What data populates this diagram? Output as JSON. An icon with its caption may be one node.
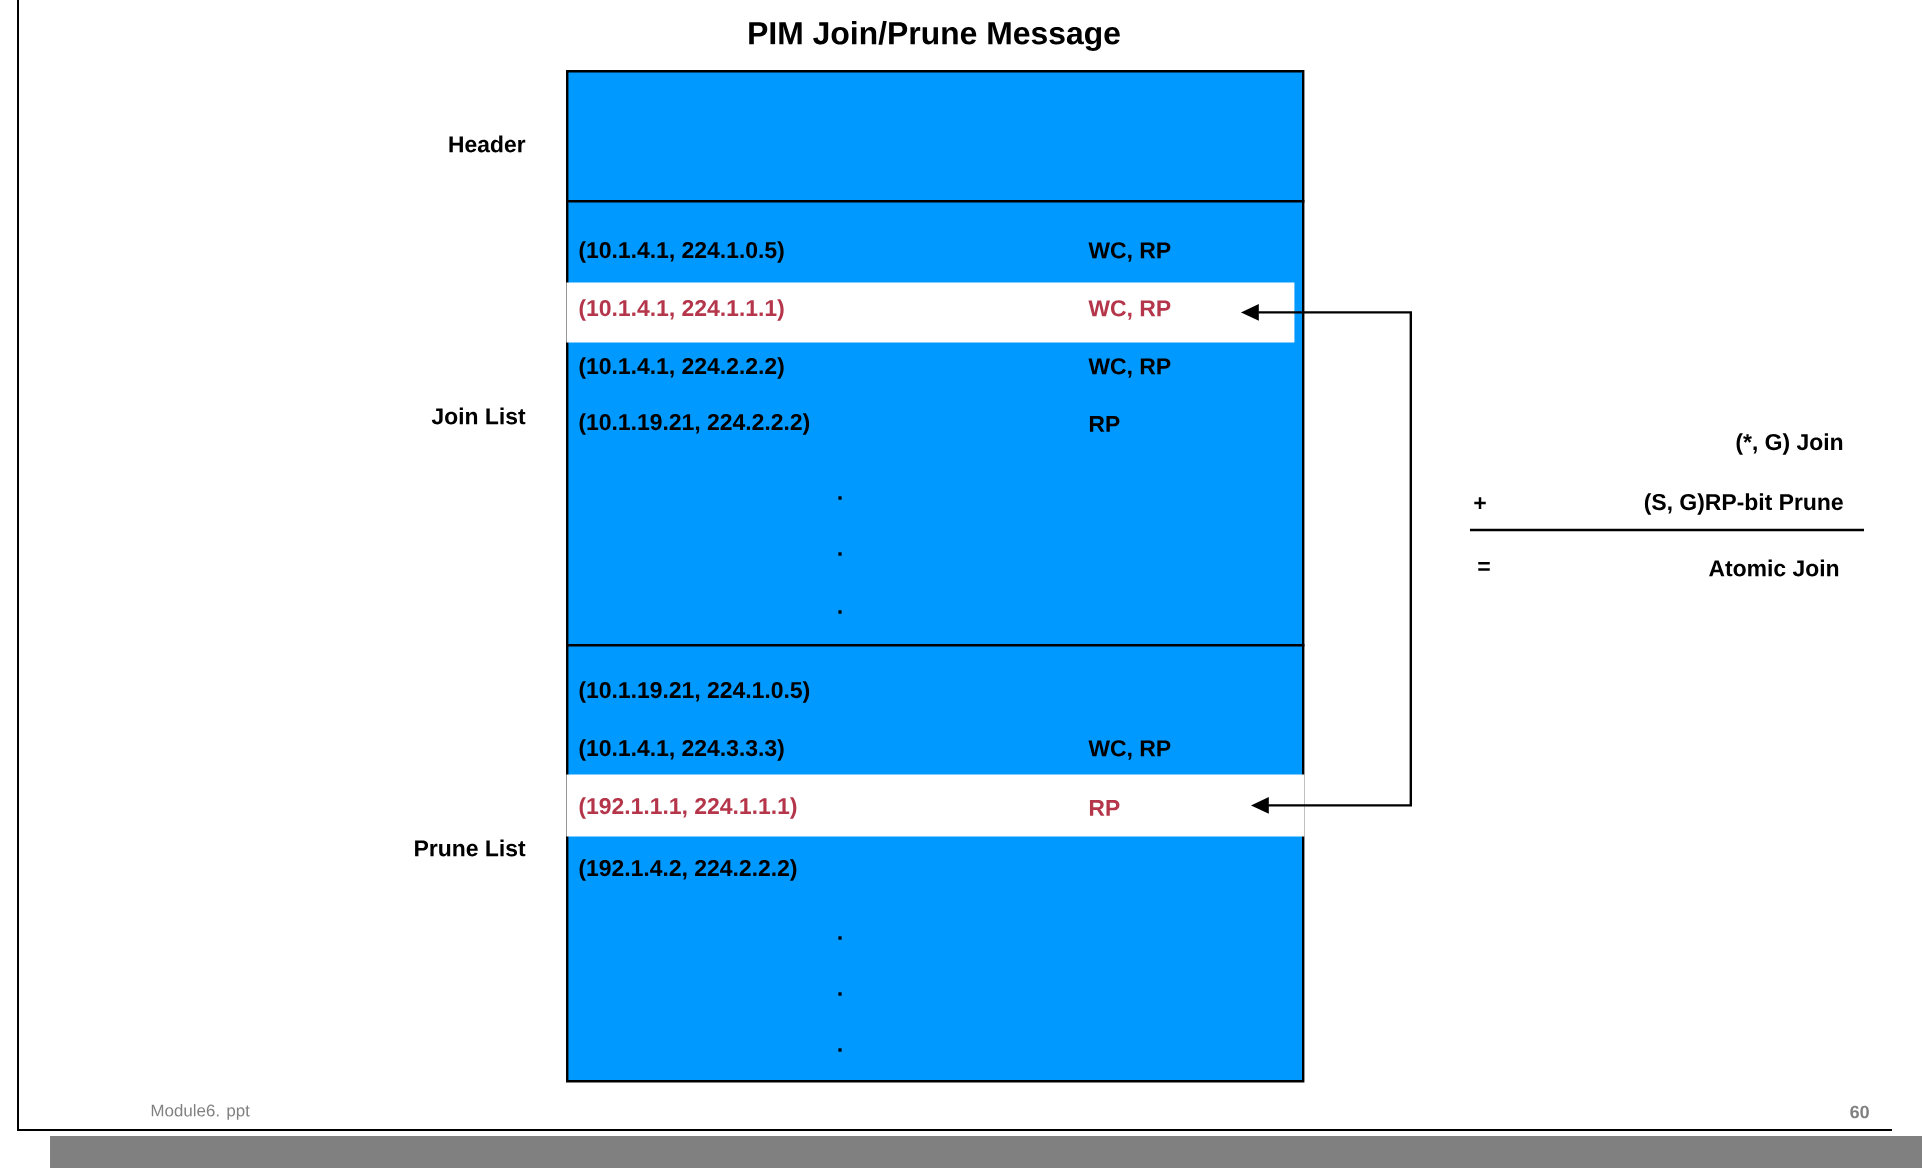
{
  "diagram": {
    "title": "PIM Join/Prune Message",
    "nodes": [
      {
        "text": [
          "Header"
        ]
      },
      {
        "text": [
          "Join List"
        ]
      },
      {
        "text": [
          "Prune List"
        ]
      },
      {
        "text": [
          "(10.1.4.1, 224.1.1.1)",
          "WC, RP"
        ],
        "in": 1
      },
      {
        "text": [
          "(192.1.1.1, 224.1.1.1)",
          "RP"
        ],
        "in": 2
      }
    ],
    "edges": [
      {
        "from": 3,
        "to": 4,
        "arrow": "both"
      }
    ],
    "labels": [
      "(10.1.4.1, 224.1.0.5)",
      "WC, RP",
      "(10.1.4.1, 224.2.2.2)",
      "WC, RP",
      "(10.1.19.21, 224.2.2.2)",
      "RP",
      "(*, G) Join",
      "+",
      "(S, G)RP-bit Prune",
      ".",
      "=",
      "Atomic Join",
      ".",
      ".",
      "(10.1.19.21, 224.1.0.5)",
      "(10.1.4.1, 224.3.3.3)",
      "WC, RP",
      "(192.1.4.2, 224.2.2.2)",
      ".",
      ".",
      ".",
      "Module6. ppt",
      "60"
    ]
  }
}
